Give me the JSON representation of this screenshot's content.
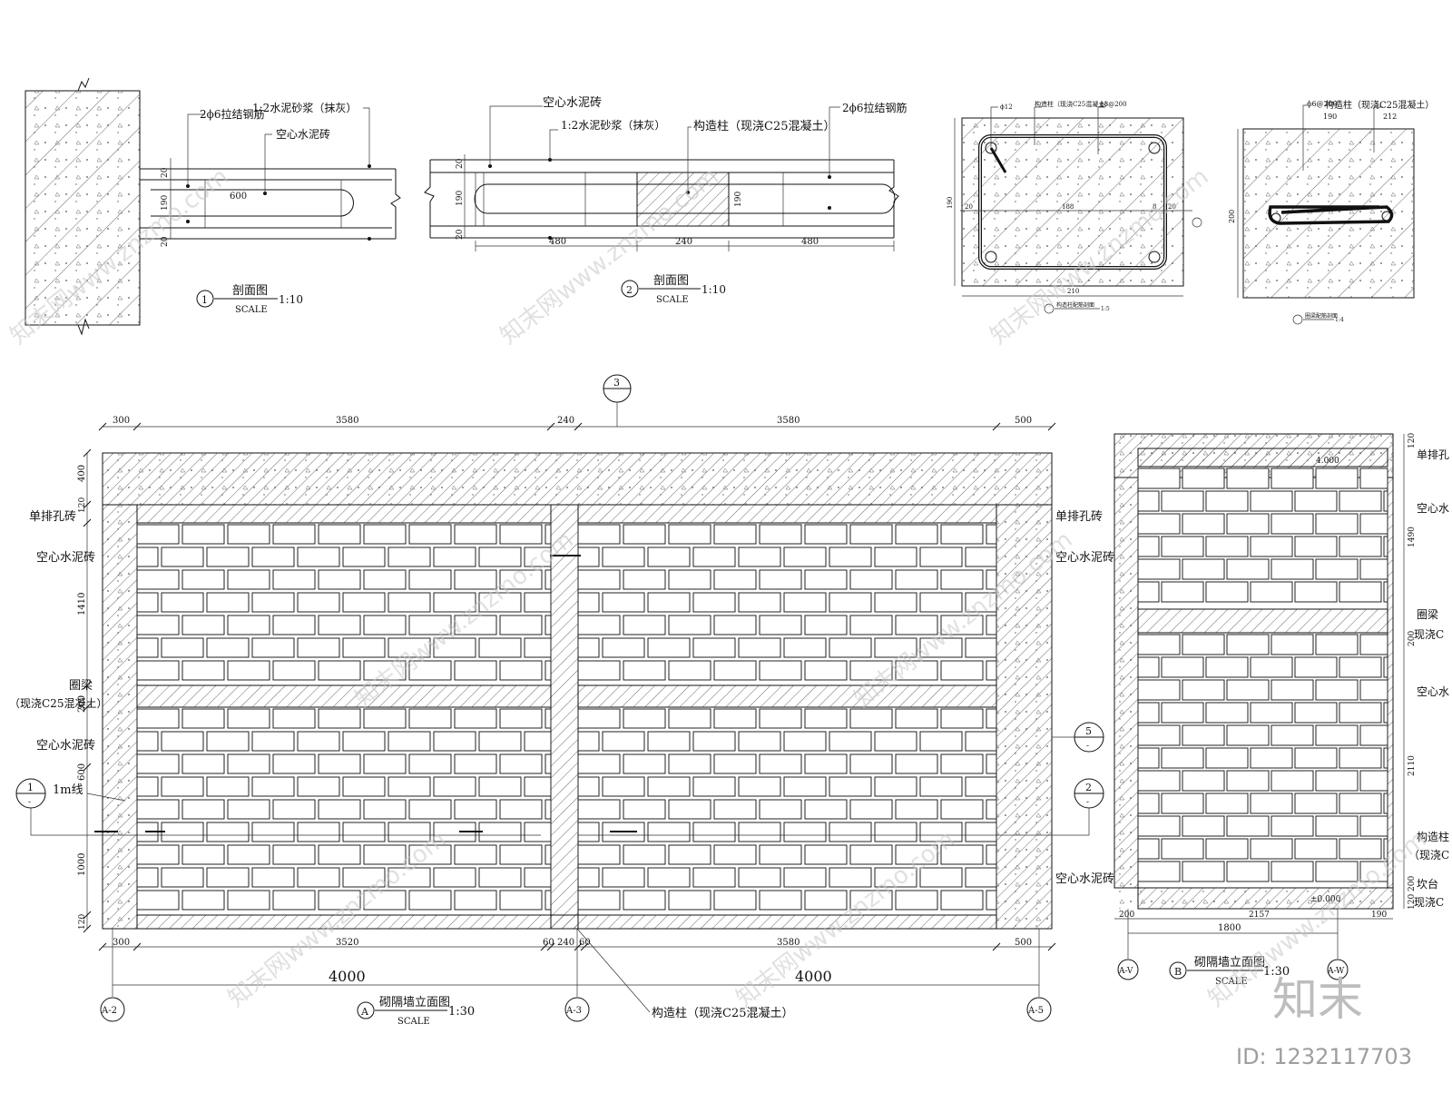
{
  "detail1": {
    "labels": {
      "tie_bar": "2ϕ6拉结钢筋",
      "mortar": "1:2水泥砂浆（抹灰）",
      "hollow_brick": "空心水泥砖"
    },
    "dims": {
      "top": "20",
      "mid": "190",
      "bot": "20",
      "len": "600"
    },
    "title": {
      "num": "1",
      "name": "剖面图",
      "scale_word": "SCALE",
      "ratio": "1:10"
    }
  },
  "detail2": {
    "labels": {
      "hollow_brick": "空心水泥砖",
      "mortar": "1:2水泥砂浆（抹灰）",
      "column": "构造柱（现浇C25混凝土）",
      "tie_bar": "2ϕ6拉结钢筋"
    },
    "dims": {
      "top": "20",
      "mid": "190",
      "bot": "20",
      "mid_r": "190",
      "a": "480",
      "b": "240",
      "c": "480"
    },
    "title": {
      "num": "2",
      "name": "剖面图",
      "scale_word": "SCALE",
      "ratio": "1:10"
    }
  },
  "detail3": {
    "labels": {
      "a": "ϕ12",
      "b": "构造柱（现浇C25混凝土）",
      "c": "ϕ8@200"
    },
    "dims": {
      "left": "20",
      "inner": "188",
      "right": "20",
      "r2": "8",
      "bottom": "210",
      "height": "190"
    },
    "title": {
      "name": "构造柱配筋剖面",
      "ratio": "1:5"
    }
  },
  "detail4": {
    "labels": {
      "a": "ϕ6@200",
      "b": "构造柱（现浇C25混凝土）"
    },
    "dims": {
      "top_a": "190",
      "top_b": "212",
      "height": "200"
    },
    "title": {
      "name": "圈梁配筋剖面",
      "ratio": "1:4"
    }
  },
  "elevA": {
    "callout_top": "3",
    "top_dims": [
      "300",
      "3580",
      "240",
      "3580",
      "500"
    ],
    "left_dims": [
      "400",
      "120",
      "1410",
      "200",
      "600",
      "1000",
      "120"
    ],
    "bottom_dims": [
      "300",
      "3520",
      "60",
      "240",
      "60",
      "3580",
      "500"
    ],
    "spans": [
      "4000",
      "4000"
    ],
    "axes": [
      "A-2",
      "A-3",
      "A-5"
    ],
    "left_labels": {
      "single_row": "单排孔砖",
      "hollow1": "空心水泥砖",
      "ring_beam": "圈梁",
      "ring_beam_note": "（现浇C25混凝土）",
      "hollow2": "空心水泥砖",
      "line_1m": "1m线"
    },
    "right_labels": {
      "single_row": "单排孔砖",
      "hollow1": "空心水泥砖",
      "hollow2": "空心水泥砖"
    },
    "callouts": {
      "left": "1",
      "right5": "5",
      "right2": "2",
      "sub": "-"
    },
    "column_note": "构造柱（现浇C25混凝土）",
    "title": {
      "letter": "A",
      "name": "砌隔墙立面图",
      "scale_word": "SCALE",
      "ratio": "1:30"
    }
  },
  "elevB": {
    "levels": {
      "top": "4.000",
      "bottom": "±0.000"
    },
    "right_dims": [
      "120",
      "1490",
      "200",
      "2110",
      "200",
      "120"
    ],
    "bottom_dims": [
      "200",
      "2157",
      "190"
    ],
    "span": "1800",
    "axes": [
      "A-V",
      "A-W"
    ],
    "right_labels": {
      "single_row": "单排孔",
      "hollow1": "空心水",
      "ring_beam": "圈梁",
      "cast": "现浇C",
      "hollow2": "空心水",
      "column": "构造柱",
      "column_note": "（现浇C",
      "sill": "坎台",
      "sill_note": "现浇C"
    },
    "title": {
      "letter": "B",
      "name": "砌隔墙立面图",
      "scale_word": "SCALE",
      "ratio": "1:30"
    }
  },
  "brand": {
    "logo": "知末",
    "id": "ID: 1232117703"
  },
  "watermark": {
    "text": "知末网www.znzmo.com"
  }
}
